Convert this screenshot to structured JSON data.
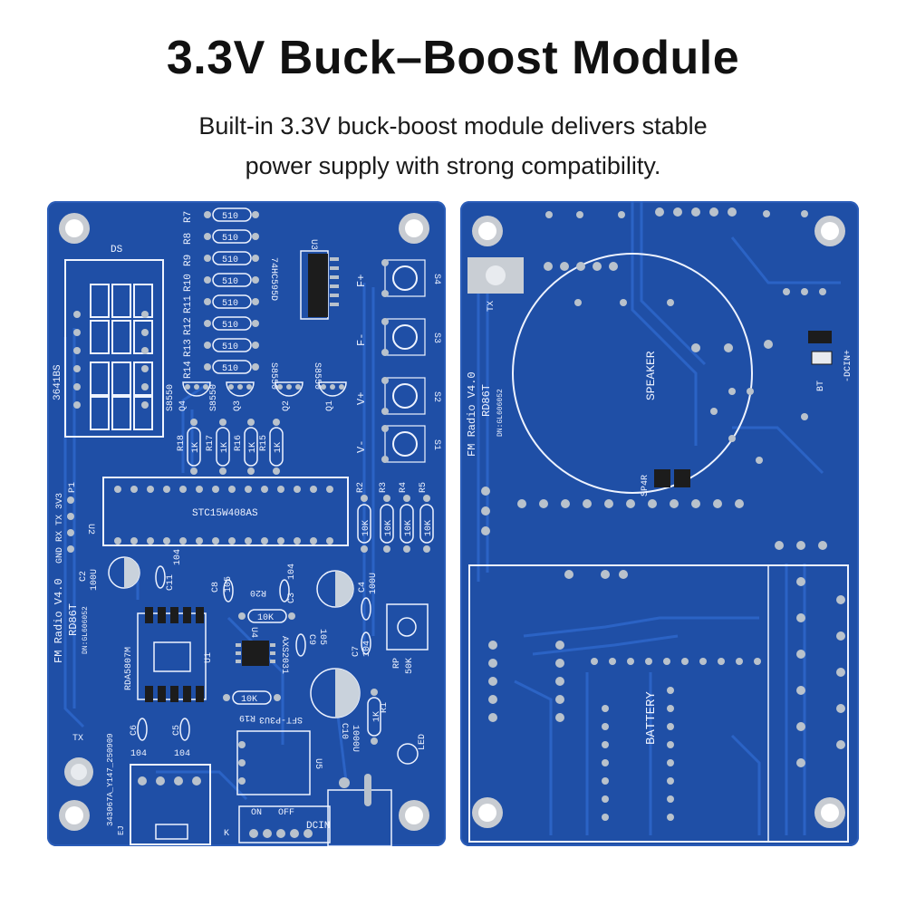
{
  "heading": {
    "title": "3.3V Buck–Boost Module",
    "line1": "Built-in 3.3V buck-boost module delivers stable",
    "line2": "power supply with strong compatibility."
  },
  "colors": {
    "pcb": "#1f4fa6",
    "trace": "#2b62c4",
    "silkscreen": "#eef3ff",
    "pad": "#b9c2cc",
    "chip": "#1c1c1c"
  },
  "left_board": {
    "display_label": "3641BS",
    "display_ref": "DS",
    "resistors_top": [
      "R7",
      "R8",
      "R9",
      "R10",
      "R11",
      "R12",
      "R13",
      "R14"
    ],
    "resistor_value_top": "510",
    "u3_ref": "U3",
    "u3_part": "74HC595D",
    "transistors": [
      "S8550",
      "S8550",
      "S8550",
      "S8550"
    ],
    "transistor_refs": [
      "Q4",
      "Q3",
      "Q2",
      "Q1"
    ],
    "resistors_mid": [
      "R18",
      "R17",
      "R16",
      "R15"
    ],
    "resistor_value_mid": "1K",
    "buttons": [
      {
        "label": "F+",
        "ref": "S4"
      },
      {
        "label": "F-",
        "ref": "S3"
      },
      {
        "label": "V+",
        "ref": "S2"
      },
      {
        "label": "V-",
        "ref": "S1"
      }
    ],
    "header_ref": "P1",
    "header_pins": "GND RX TX 3V3",
    "u2_ref": "U2",
    "mcu": "STC15W408AS",
    "resistors_right": [
      "R2",
      "R3",
      "R4",
      "R5"
    ],
    "resistor_value_right": "10K",
    "c2": "C2",
    "c2_val": "100U",
    "c11": "C11",
    "c11_val": "104",
    "c8": "C8",
    "c8_val": "105",
    "c3": "C3",
    "c3_val": "104",
    "c4": "C4",
    "c4_val": "100U",
    "r20": "R20",
    "r20_val": "10K",
    "c7": "C7",
    "c7_val": "104",
    "rp": "RP",
    "rp_val": "50K",
    "u4": "U4",
    "u4_part": "AXS2031",
    "c9": "C9",
    "c9_val": "105",
    "fm_text": "FM Radio V4.0",
    "rd_text": "RD86T",
    "dn_text": "DN:GL606052",
    "rda": "RDA5807M",
    "u1": "U1",
    "r19": "R19",
    "r19_val": "10K",
    "c10": "C10",
    "c10_val": "1000U",
    "r1": "R1",
    "r1_val": "1K",
    "led": "LED",
    "sft": "SFT-P3U3",
    "u5": "U5",
    "c6": "C6",
    "c5": "C5",
    "c6_val": "104",
    "c5_val": "104",
    "tx": "TX",
    "serial": "343067A_Y147_250909",
    "ej": "EJ",
    "k": "K",
    "on": "ON",
    "off": "OFF",
    "dcin": "DCIN"
  },
  "right_board": {
    "tx": "TX",
    "speaker": "SPEAKER",
    "bt": "BT",
    "dcin_plus": "-DCIN+",
    "fm_text": "FM Radio V4.0",
    "rd_text": "RD86T",
    "dn_text": "DN:GL606052",
    "spk": "SP4R",
    "battery": "BATTERY"
  }
}
